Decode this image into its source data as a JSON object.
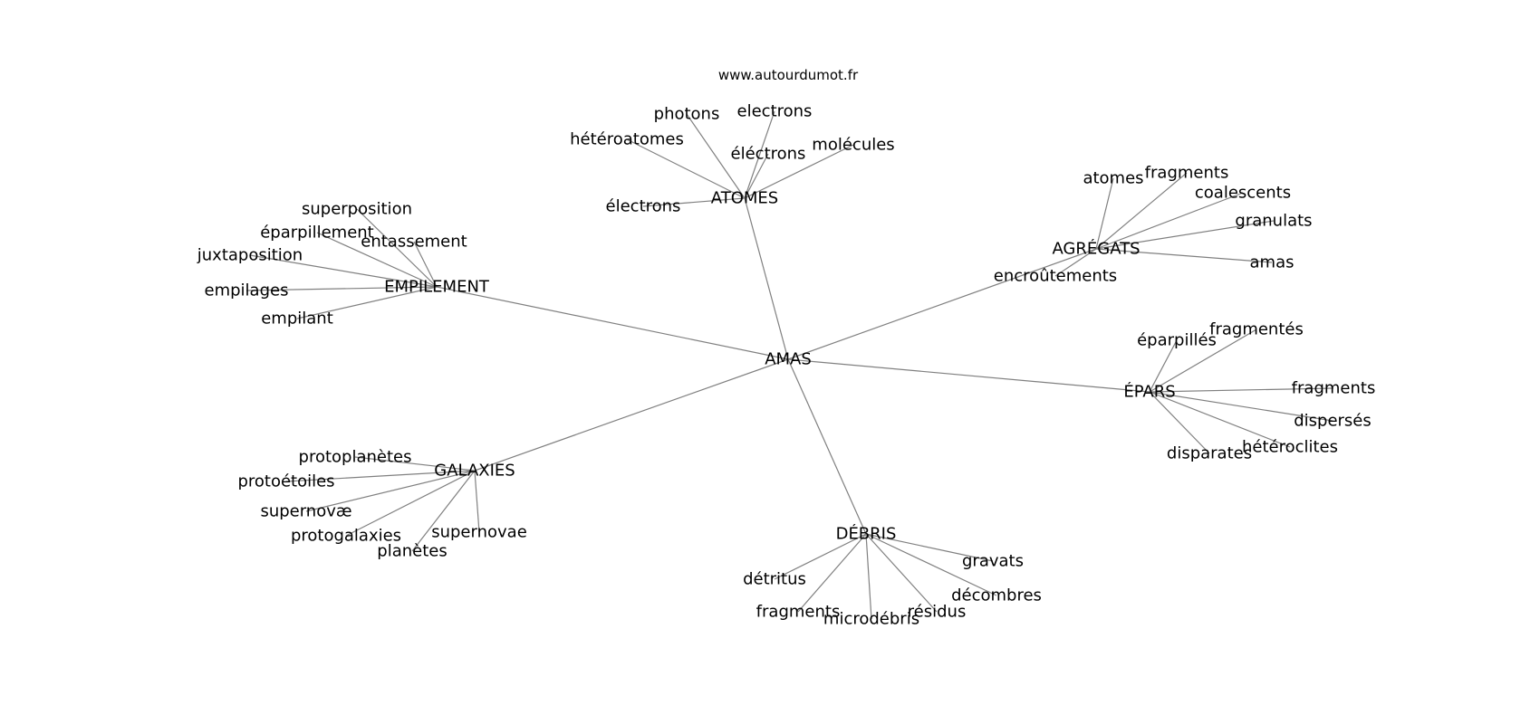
{
  "source": "www.autourdumot.fr",
  "center": "AMAS",
  "groups": [
    {
      "hub": "ATOMES",
      "words": [
        "électrons",
        "hétéroatomes",
        "photons",
        "electrons",
        "éléctrons",
        "molécules"
      ]
    },
    {
      "hub": "AGRÉGATS",
      "words": [
        "atomes",
        "fragments",
        "coalescents",
        "granulats",
        "amas",
        "encroûtements"
      ]
    },
    {
      "hub": "EMPILEMENT",
      "words": [
        "superposition",
        "éparpillement",
        "entassement",
        "juxtaposition",
        "empilages",
        "empilant"
      ]
    },
    {
      "hub": "ÉPARS",
      "words": [
        "éparpillés",
        "fragmentés",
        "fragments",
        "dispersés",
        "hétéroclites",
        "disparates"
      ]
    },
    {
      "hub": "GALAXIES",
      "words": [
        "protoplanètes",
        "protoétoiles",
        "supernovæ",
        "protogalaxies",
        "planètes",
        "supernovae"
      ]
    },
    {
      "hub": "DÉBRIS",
      "words": [
        "détritus",
        "fragments",
        "microdébris",
        "résidus",
        "décombres",
        "gravats"
      ]
    }
  ]
}
